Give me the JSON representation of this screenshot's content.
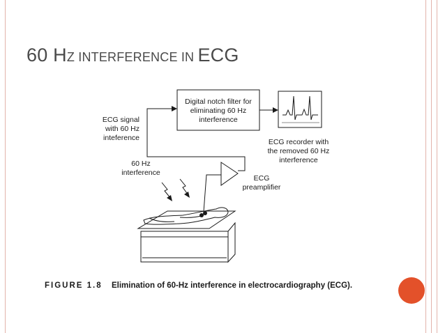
{
  "slide": {
    "title_parts": [
      "60 H",
      "Z INTERFERENCE IN ",
      "ECG"
    ]
  },
  "figure": {
    "labels": {
      "filter_line1": "Digital notch filter for",
      "filter_line2": "eliminating 60 Hz",
      "filter_line3": "interference",
      "ecg_signal_line1": "ECG signal",
      "ecg_signal_line2": "with 60 Hz",
      "ecg_signal_line3": "inteference",
      "recorder_line1": "ECG recorder with",
      "recorder_line2": "the removed 60 Hz",
      "recorder_line3": "interference",
      "interference_line1": "60 Hz",
      "interference_line2": "interference",
      "preamp_line1": "ECG",
      "preamp_line2": "preamplifier"
    },
    "caption": {
      "number": "FIGURE 1.8",
      "text": "Elimination of 60-Hz interference in electrocardiography (ECG)."
    }
  },
  "colors": {
    "accent_circle": "#e3512a",
    "border_stripe": "#e3b3ab",
    "title_text": "#4a4a4a"
  }
}
